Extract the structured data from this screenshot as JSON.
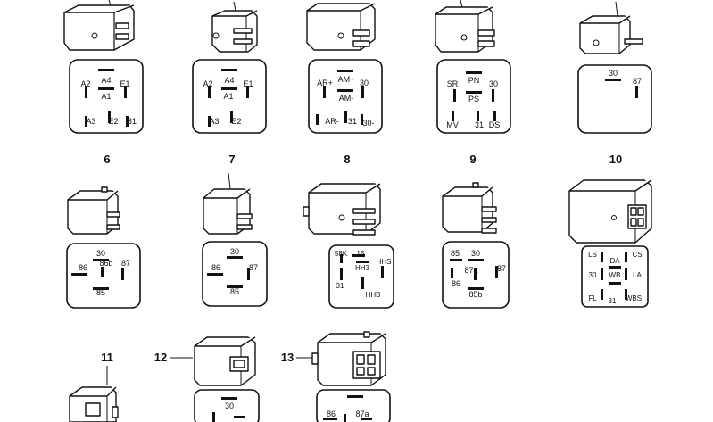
{
  "diagram": {
    "items": [
      {
        "number": "",
        "pins": [
          "A4",
          "A2",
          "E1",
          "A1",
          "A3",
          "E2",
          "31"
        ]
      },
      {
        "number": "",
        "pins": [
          "A4",
          "A2",
          "E1",
          "A1",
          "A3",
          "E2"
        ]
      },
      {
        "number": "",
        "pins": [
          "AM+",
          "AR+",
          "30",
          "AM-",
          "AR-",
          "31",
          "30-"
        ]
      },
      {
        "number": "",
        "pins": [
          "PN",
          "SR",
          "30",
          "PS",
          "MV",
          "31",
          "DS"
        ]
      },
      {
        "number": "",
        "pins": [
          "30",
          "87"
        ]
      },
      {
        "number": "6",
        "pins": [
          "30",
          "86b",
          "87",
          "86",
          "85"
        ]
      },
      {
        "number": "7",
        "pins": [
          "30",
          "86",
          "87",
          "85"
        ]
      },
      {
        "number": "8",
        "pins": [
          "58K",
          "15",
          "HHS",
          "HH3",
          "31",
          "HHB"
        ]
      },
      {
        "number": "9",
        "pins": [
          "85",
          "30",
          "87a",
          "87",
          "86",
          "85b"
        ]
      },
      {
        "number": "10",
        "pins": [
          "LS",
          "CS",
          "DA",
          "30",
          "WB",
          "LA",
          "FL",
          "31",
          "WBS"
        ]
      },
      {
        "number": "11",
        "pins": []
      },
      {
        "number": "12",
        "pins": [
          "30"
        ]
      },
      {
        "number": "13",
        "pins": [
          "86",
          "87a"
        ]
      }
    ]
  }
}
